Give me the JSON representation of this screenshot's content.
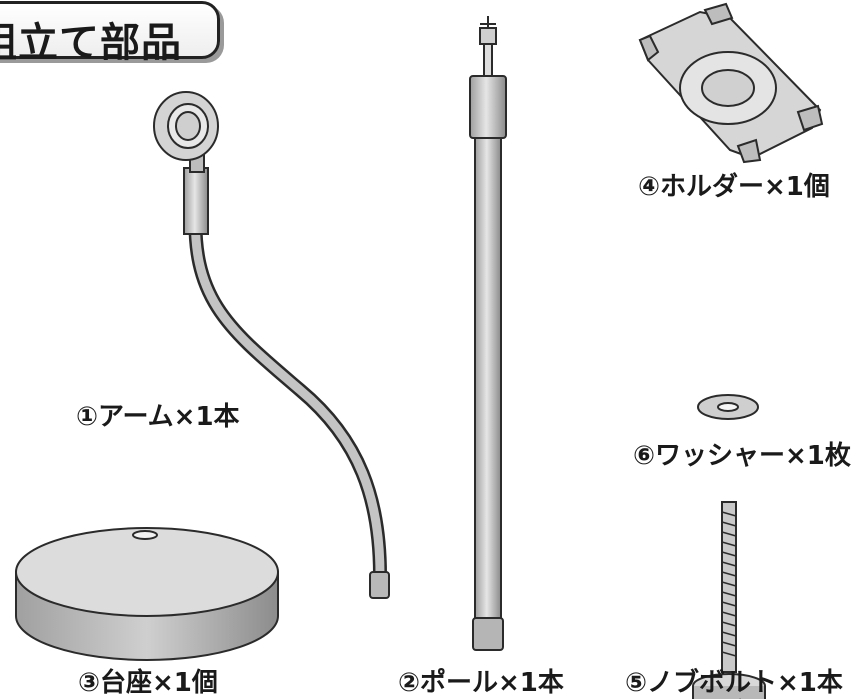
{
  "title": "組立て部品",
  "parts": [
    {
      "id": "arm",
      "label": "①アーム×1本"
    },
    {
      "id": "pole",
      "label": "②ポール×1本"
    },
    {
      "id": "base",
      "label": "③台座×1個"
    },
    {
      "id": "holder",
      "label": "④ホルダー×1個"
    },
    {
      "id": "knob-bolt",
      "label": "⑤ノブボルト×1本"
    },
    {
      "id": "washer",
      "label": "⑥ワッシャー×1枚"
    }
  ],
  "colors": {
    "part_fill": "#d9d9d9",
    "outline": "#2b2b2b",
    "shade": "#a8a8a8"
  }
}
